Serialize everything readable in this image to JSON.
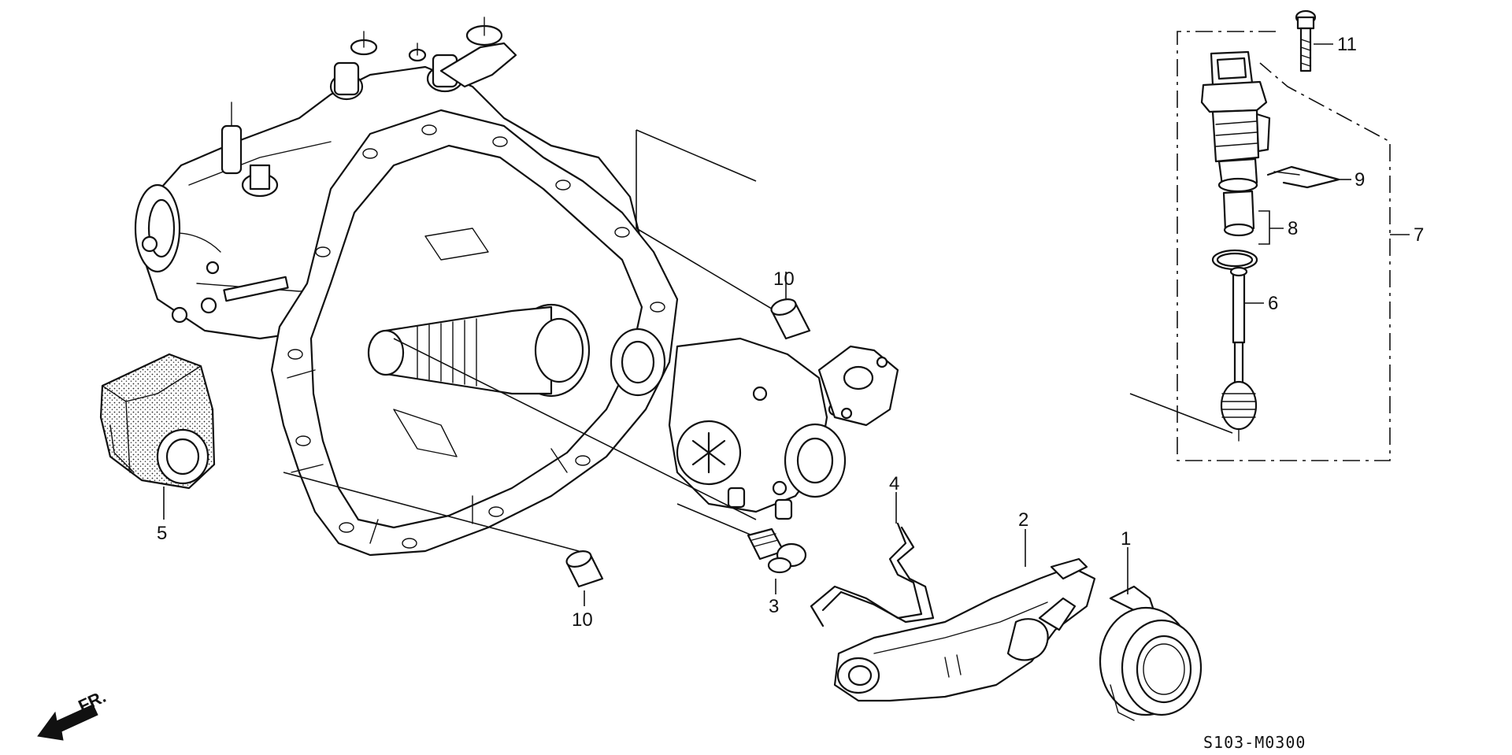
{
  "callouts": [
    "1",
    "2",
    "3",
    "4",
    "5",
    "6",
    "7",
    "8",
    "9",
    "10",
    "10",
    "11"
  ],
  "diagram_code": "S103-M0300",
  "direction_label": "FR."
}
